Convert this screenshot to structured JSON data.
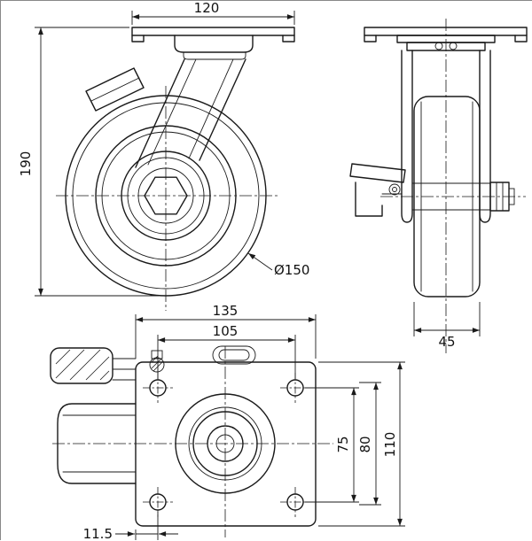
{
  "colors": {
    "line": "#1a1a1a",
    "background": "#ffffff"
  },
  "front": {
    "plate_width": "120",
    "overall_height": "190",
    "wheel_diameter": "Ø150"
  },
  "side": {
    "wheel_width": "45"
  },
  "plan": {
    "plate_length": "135",
    "bolt_spacing_x": "105",
    "bolt_spacing_y": "75",
    "bolt_spacing_y_outer": "80",
    "plate_depth": "110",
    "edge_offset": "11.5"
  }
}
